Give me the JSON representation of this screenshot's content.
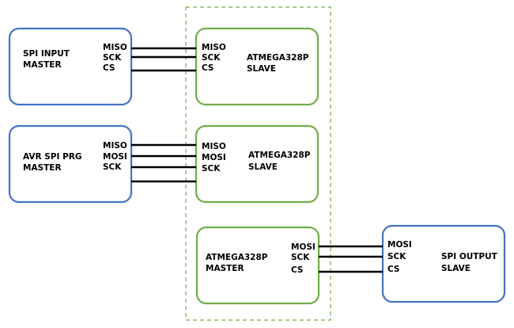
{
  "colors": {
    "master_border": "#4472c4",
    "slave_border": "#70ad47",
    "wire": "#000000",
    "group_border": "#70ad47"
  },
  "spi_input_master": {
    "title_line1": "SPI INPUT",
    "title_line2": "MASTER",
    "pins": [
      "MISO",
      "SCK",
      "CS"
    ]
  },
  "slave1": {
    "title_line1": "ATMEGA328P",
    "title_line2": "SLAVE",
    "pins": [
      "MISO",
      "SCK",
      "CS"
    ]
  },
  "avr_spi_prg_master": {
    "title_line1": "AVR SPI PRG",
    "title_line2": "MASTER",
    "pins": [
      "MISO",
      "MOSI",
      "SCK"
    ]
  },
  "slave2": {
    "title_line1": "ATMEGA328P",
    "title_line2": "SLAVE",
    "pins": [
      "MISO",
      "MOSI",
      "SCK"
    ]
  },
  "master3": {
    "title_line1": "ATMEGA328P",
    "title_line2": "MASTER",
    "pins": [
      "MOSI",
      "SCK",
      "CS"
    ]
  },
  "spi_output_slave": {
    "title_line1": "SPI OUTPUT",
    "title_line2": "SLAVE",
    "pins": [
      "MOSI",
      "SCK",
      "CS"
    ]
  }
}
